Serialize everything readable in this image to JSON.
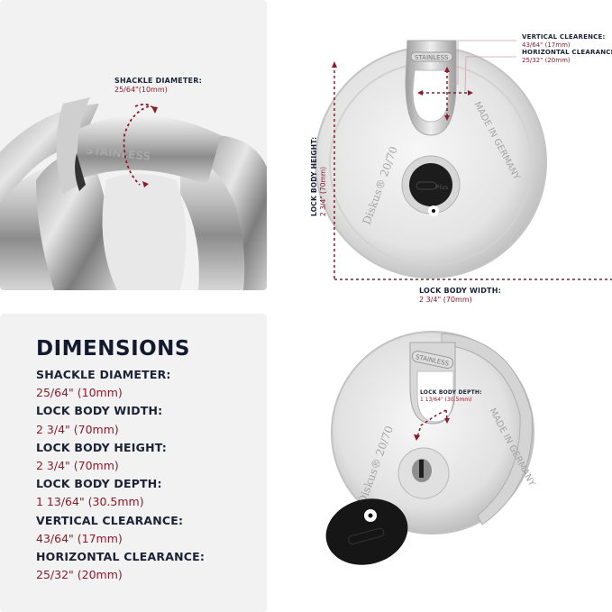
{
  "top_left_panel": {
    "image_alt": "Close-up of stainless steel disc padlock shackle",
    "shackle_engraving": "STAINLESS",
    "callout": {
      "label": "SHACKLE DIAMETER:",
      "value": "25/64\"(10mm)"
    }
  },
  "top_right_panel": {
    "image_alt": "Front view of Diskus 20/70 disc padlock with dimension markers",
    "engravings": {
      "shackle": "STAINLESS",
      "model": "Diskus® 20/70",
      "origin": "MADE IN GERMANY",
      "cover": "Plus"
    },
    "callouts": {
      "vertical_clearance": {
        "label": "VERTICAL CLEARENCE:",
        "value": "43/64\" (17mm)"
      },
      "horizontal_clearance": {
        "label": "HORIZONTAL CLEARANCE:",
        "value": "25/32\" (20mm)"
      },
      "lock_body_height": {
        "label": "LOCK BODY HEIGHT:",
        "value": "2 3/4\" (70mm)"
      },
      "lock_body_width": {
        "label": "LOCK BODY WIDTH:",
        "value": "2 3/4\" (70mm)"
      }
    }
  },
  "bottom_left_panel": {
    "title": "DIMENSIONS",
    "specs": [
      {
        "label": "SHACKLE DIAMETER:",
        "value": "25/64\" (10mm)"
      },
      {
        "label": "LOCK BODY WIDTH:",
        "value": "2 3/4\" (70mm)"
      },
      {
        "label": "LOCK BODY HEIGHT:",
        "value": "2 3/4\" (70mm)"
      },
      {
        "label": "LOCK BODY DEPTH:",
        "value": "1 13/64\" (30.5mm)"
      },
      {
        "label": "VERTICAL CLEARANCE:",
        "value": "43/64\" (17mm)"
      },
      {
        "label": "HORIZONTAL CLEARANCE:",
        "value": "25/32\" (20mm)"
      }
    ]
  },
  "bottom_right_panel": {
    "image_alt": "Diskus 20/70 disc padlock with keyhole cover open",
    "engravings": {
      "shackle": "STAINLESS",
      "model": "Diskus® 20/70",
      "origin": "MADE IN GERMANY"
    },
    "callout": {
      "label": "LOCK BODY DEPTH:",
      "value": "1 13/64\" (30.5mm)"
    }
  },
  "colors": {
    "panel_bg": "#f2f2f2",
    "heading": "#131a2e",
    "label": "#1b2235",
    "accent_red": "#8a1c2b"
  }
}
